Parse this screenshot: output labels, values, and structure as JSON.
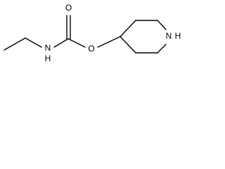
{
  "atoms": {
    "carbonyl_oxygen": "O",
    "carbamate_nitrogen": "N",
    "carbamate_nitrogen_h": "H",
    "ester_oxygen": "O",
    "ring_nitrogen": "N",
    "ring_nitrogen_h": "H"
  },
  "colors": {
    "bond": "#000000",
    "label": "#000000",
    "background": "#ffffff"
  }
}
